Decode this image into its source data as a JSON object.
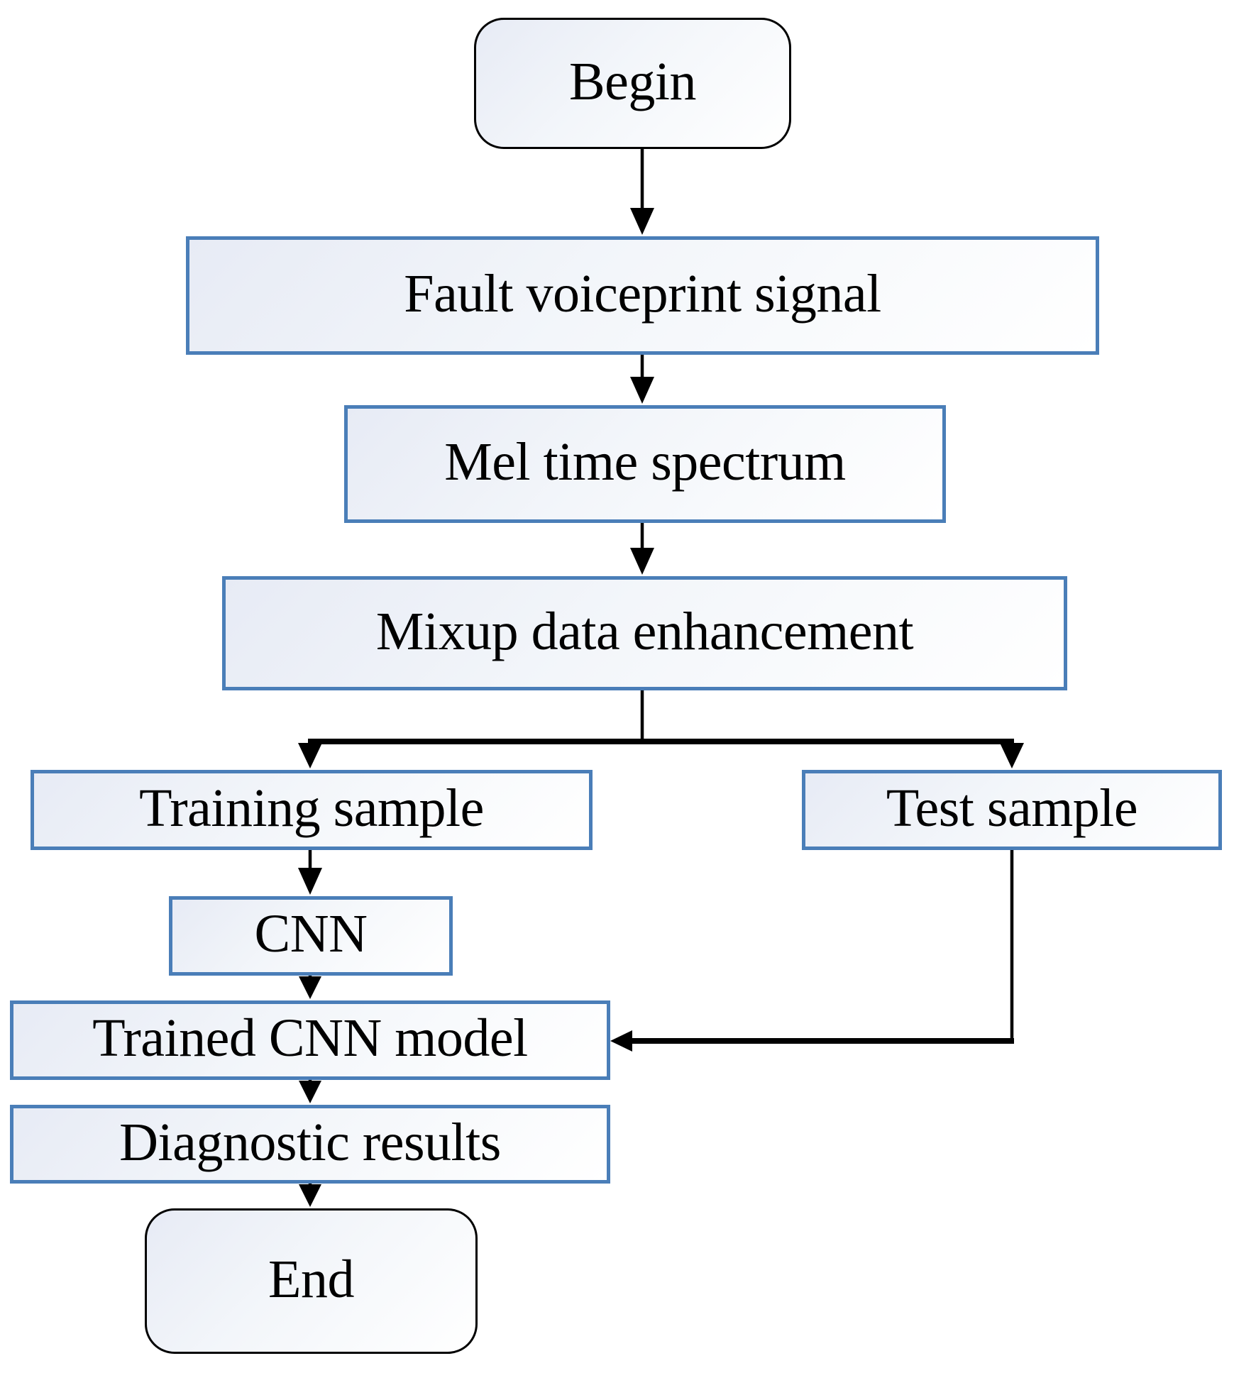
{
  "figure": {
    "type": "flowchart",
    "nodes": {
      "begin": {
        "label": "Begin",
        "shape": "terminator"
      },
      "fault": {
        "label": "Fault voiceprint signal",
        "shape": "process"
      },
      "mel": {
        "label": "Mel time spectrum",
        "shape": "process"
      },
      "mixup": {
        "label": "Mixup data enhancement",
        "shape": "process"
      },
      "training": {
        "label": "Training sample",
        "shape": "process"
      },
      "test": {
        "label": "Test sample",
        "shape": "process"
      },
      "cnn": {
        "label": "CNN",
        "shape": "process"
      },
      "trained": {
        "label": "Trained CNN model",
        "shape": "process"
      },
      "diagnostic": {
        "label": "Diagnostic results",
        "shape": "process"
      },
      "end": {
        "label": "End",
        "shape": "terminator"
      }
    },
    "edges": [
      {
        "from": "begin",
        "to": "fault"
      },
      {
        "from": "fault",
        "to": "mel"
      },
      {
        "from": "mel",
        "to": "mixup"
      },
      {
        "from": "mixup",
        "to": "training"
      },
      {
        "from": "mixup",
        "to": "test"
      },
      {
        "from": "training",
        "to": "cnn"
      },
      {
        "from": "cnn",
        "to": "trained"
      },
      {
        "from": "test",
        "to": "trained"
      },
      {
        "from": "trained",
        "to": "diagnostic"
      },
      {
        "from": "diagnostic",
        "to": "end"
      }
    ],
    "colors": {
      "process_border": "#4a7eb8",
      "terminator_border": "#000000",
      "arrow": "#000000",
      "fill_gradient_start": "#e7ebf5",
      "fill_gradient_mid": "#f3f6fa",
      "fill_gradient_end": "#ffffff",
      "background": "#ffffff",
      "text": "#000000"
    }
  }
}
